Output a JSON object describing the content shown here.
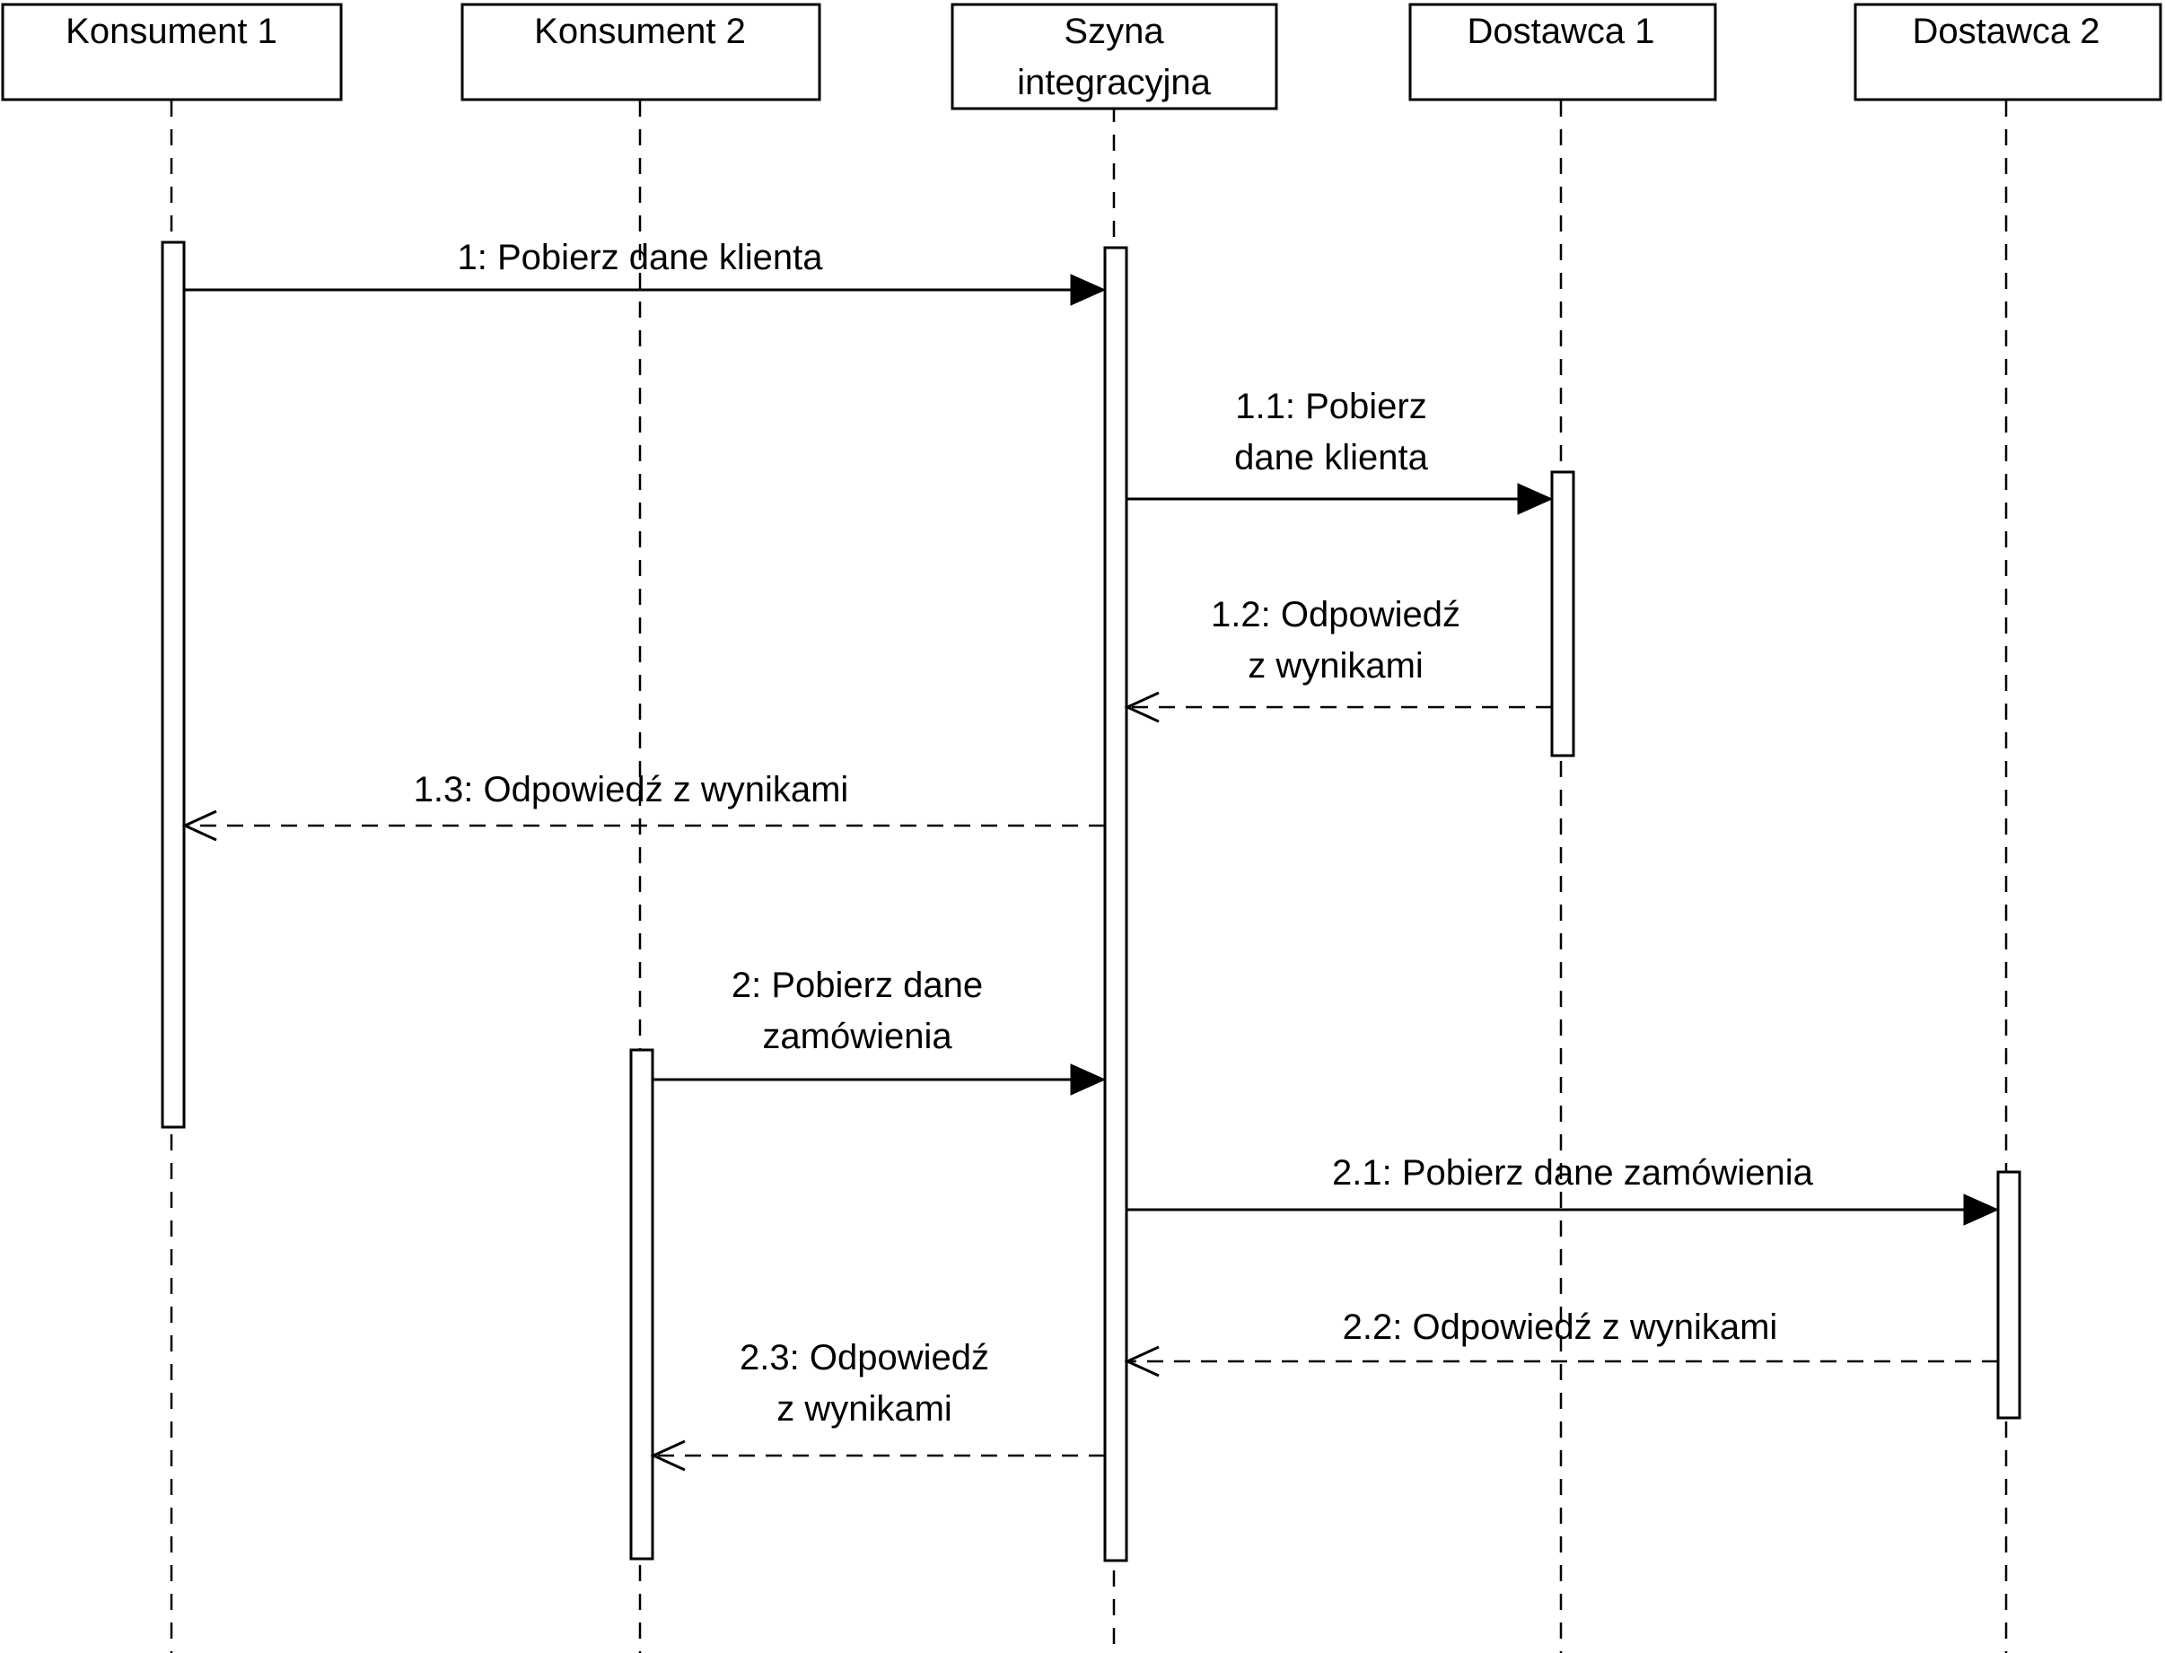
{
  "participants": [
    {
      "name": "Konsument 1",
      "lines": [
        "Konsument 1"
      ]
    },
    {
      "name": "Konsument 2",
      "lines": [
        "Konsument 2"
      ]
    },
    {
      "name": "Szyna integracyjna",
      "lines": [
        "Szyna",
        "integracyjna"
      ]
    },
    {
      "name": "Dostawca 1",
      "lines": [
        "Dostawca 1"
      ]
    },
    {
      "name": "Dostawca 2",
      "lines": [
        "Dostawca 2"
      ]
    }
  ],
  "messages": [
    {
      "label_lines": [
        "1: Pobierz dane klienta"
      ],
      "from": "Konsument 1",
      "to": "Szyna integracyjna",
      "kind": "call"
    },
    {
      "label_lines": [
        "1.1: Pobierz",
        "dane klienta"
      ],
      "from": "Szyna integracyjna",
      "to": "Dostawca 1",
      "kind": "call"
    },
    {
      "label_lines": [
        "1.2: Odpowiedź",
        "z wynikami"
      ],
      "from": "Dostawca 1",
      "to": "Szyna integracyjna",
      "kind": "reply"
    },
    {
      "label_lines": [
        "1.3: Odpowiedź z wynikami"
      ],
      "from": "Szyna integracyjna",
      "to": "Konsument 1",
      "kind": "reply"
    },
    {
      "label_lines": [
        "2: Pobierz dane",
        "zamówienia"
      ],
      "from": "Konsument 2",
      "to": "Szyna integracyjna",
      "kind": "call"
    },
    {
      "label_lines": [
        "2.1: Pobierz dane zamówienia"
      ],
      "from": "Szyna integracyjna",
      "to": "Dostawca 2",
      "kind": "call"
    },
    {
      "label_lines": [
        "2.2: Odpowiedź z wynikami"
      ],
      "from": "Dostawca 2",
      "to": "Szyna integracyjna",
      "kind": "reply"
    },
    {
      "label_lines": [
        "2.3: Odpowiedź",
        "z wynikami"
      ],
      "from": "Szyna integracyjna",
      "to": "Konsument 2",
      "kind": "reply"
    }
  ]
}
